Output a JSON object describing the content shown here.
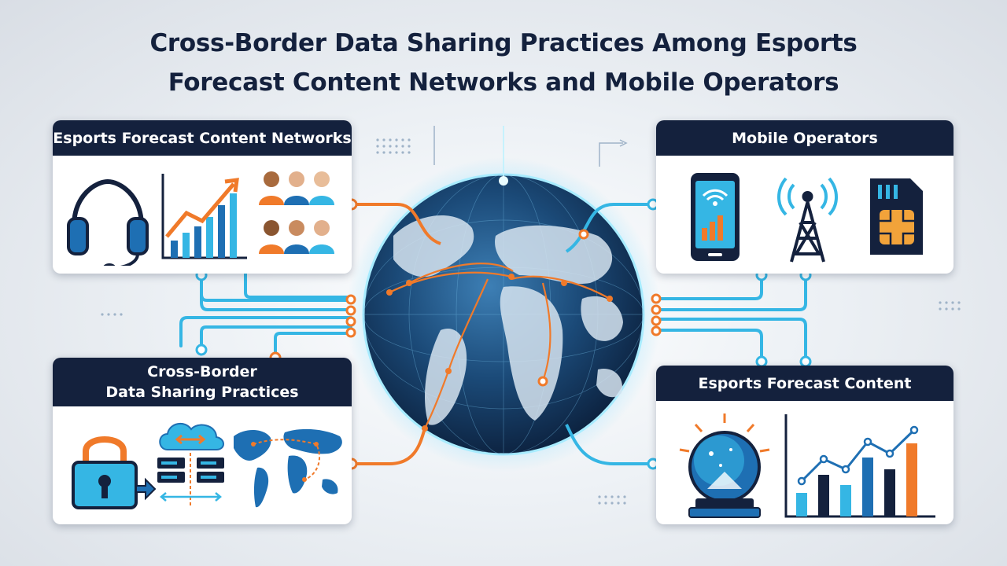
{
  "title": {
    "line1": "Cross-Border Data Sharing Practices Among Esports",
    "line2": "Forecast Content Networks and Mobile Operators"
  },
  "panels": {
    "networks": {
      "heading": "Esports Forecast Content Networks",
      "icons": [
        "headset-icon",
        "growth-chart-icon",
        "team-players-icon"
      ]
    },
    "operators": {
      "heading": "Mobile Operators",
      "icons": [
        "smartphone-icon",
        "cell-tower-icon",
        "sim-card-icon"
      ]
    },
    "practices": {
      "heading_line1": "Cross-Border",
      "heading_line2": "Data Sharing Practices",
      "icons": [
        "padlock-icon",
        "cloud-server-icon",
        "world-map-icon"
      ]
    },
    "content": {
      "heading": "Esports Forecast Content",
      "icons": [
        "crystal-ball-icon",
        "forecast-chart-icon"
      ]
    }
  },
  "center": {
    "icon": "globe-icon"
  },
  "colors": {
    "navy": "#14213d",
    "orange": "#f07a2a",
    "cyan": "#35b6e4",
    "blue": "#1e6fb3"
  }
}
